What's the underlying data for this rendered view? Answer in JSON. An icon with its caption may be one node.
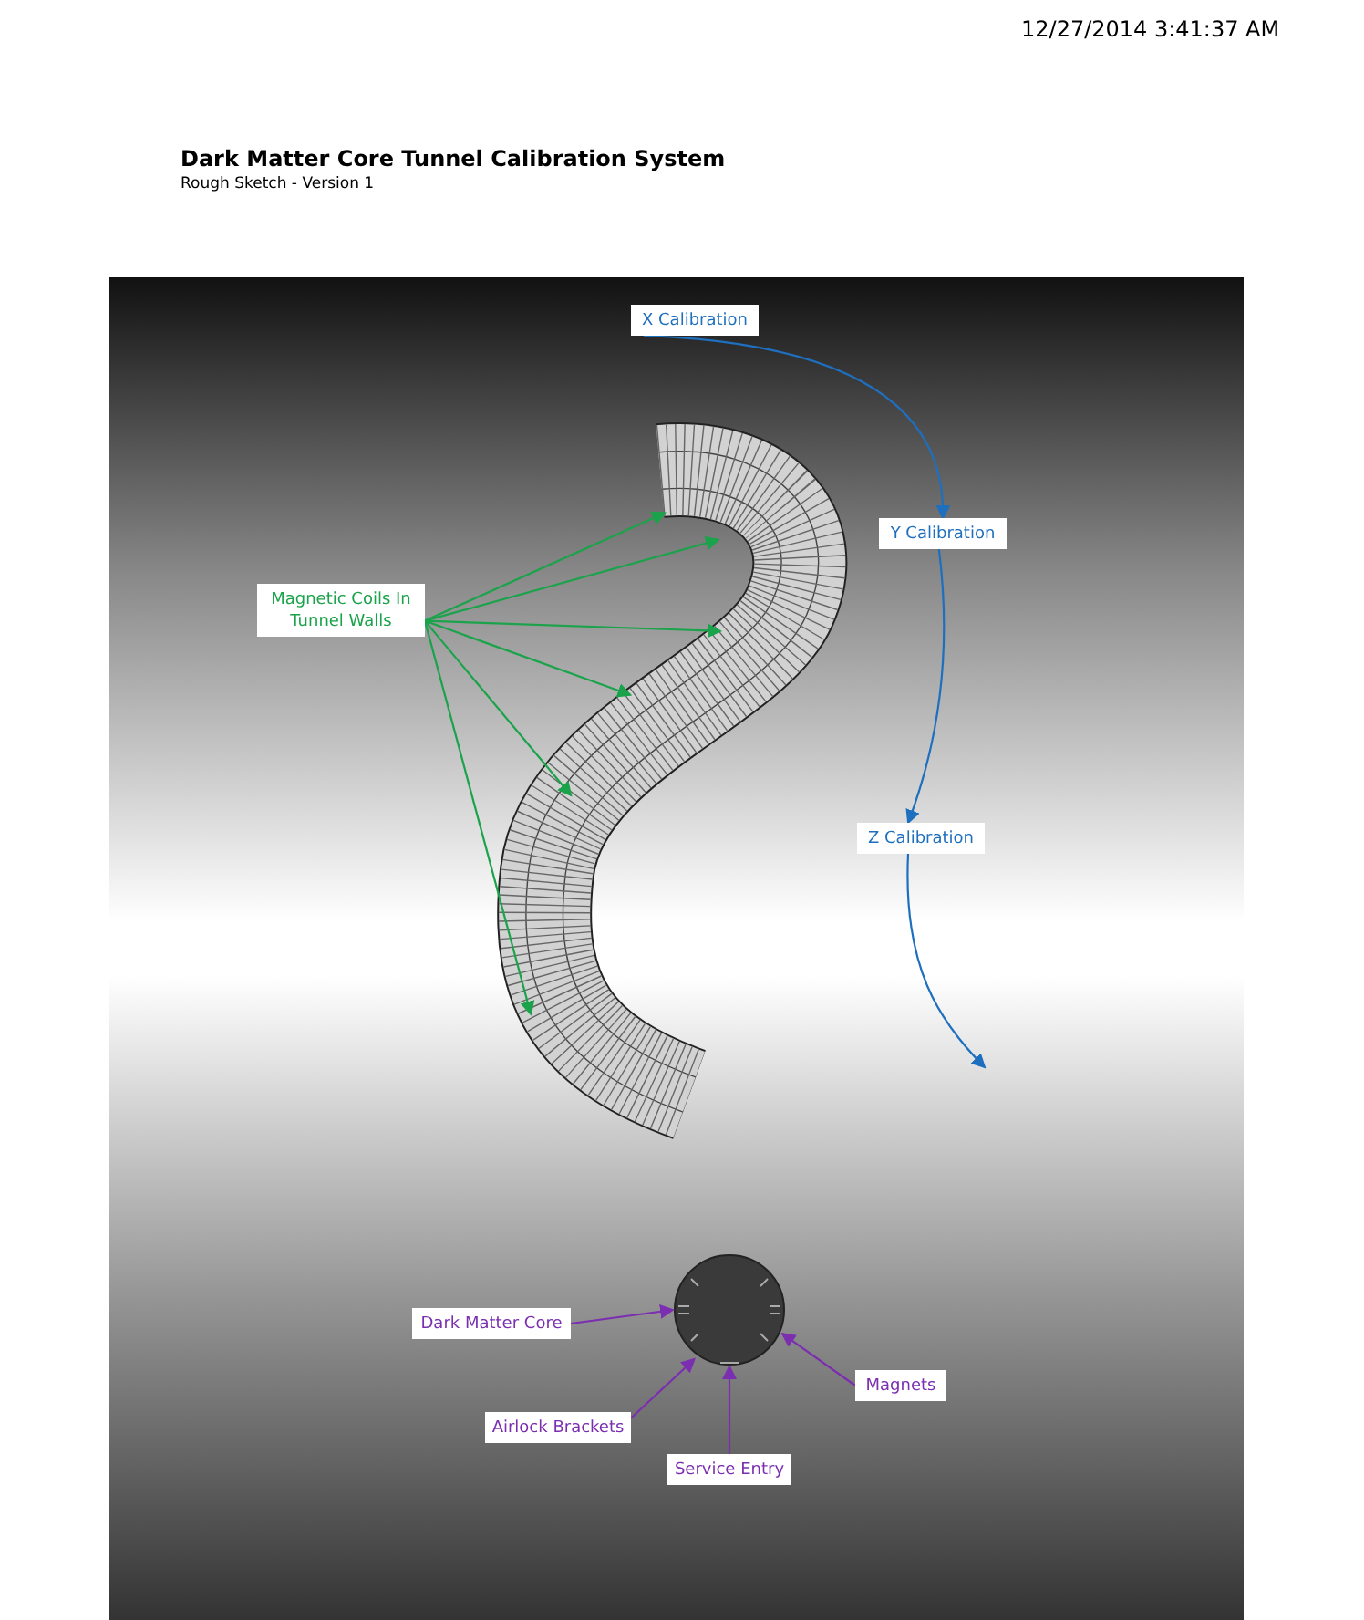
{
  "diagram": {
    "title": "Dark Matter Core Tunnel Calibration System",
    "nodes": [
      {
        "text": [
          "X Calibration"
        ]
      },
      {
        "text": [
          "Y Calibration"
        ]
      },
      {
        "text": [
          "Magnetic Coils In Tunnel Walls"
        ]
      },
      {
        "text": [],
        "shape": "picture"
      },
      {
        "text": [
          "Z Calibration"
        ]
      },
      {
        "text": [],
        "shape": "circle"
      },
      {
        "text": [
          "Dark Matter Core"
        ]
      },
      {
        "text": [
          "Magnets"
        ]
      },
      {
        "text": [
          "Airlock Brackets"
        ]
      },
      {
        "text": [
          "Service Entry"
        ]
      }
    ],
    "edges": [
      {
        "from": 0,
        "to": 1,
        "arrow": "to",
        "color": "#1f6fbf"
      },
      {
        "from": 1,
        "to": 4,
        "arrow": "to",
        "color": "#1f6fbf"
      },
      {
        "from": 4,
        "to": null,
        "arrow": "to",
        "color": "#1f6fbf"
      },
      {
        "from": 2,
        "to": 3,
        "arrow": "to"
      },
      {
        "from": 2,
        "to": 3,
        "arrow": "to"
      },
      {
        "from": 2,
        "to": 3,
        "arrow": "to"
      },
      {
        "from": 2,
        "to": 3,
        "arrow": "to"
      },
      {
        "from": 2,
        "to": 3,
        "arrow": "to"
      },
      {
        "from": 2,
        "to": 3,
        "arrow": "to"
      },
      {
        "from": 6,
        "to": 5,
        "arrow": "to",
        "color": "#7b2fb0"
      },
      {
        "from": 7,
        "to": 5,
        "arrow": "to",
        "color": "#7b2fb0"
      },
      {
        "from": 8,
        "to": 5,
        "arrow": "to",
        "color": "#7b2fb0"
      },
      {
        "from": 9,
        "to": 5,
        "arrow": "to",
        "color": "#7b2fb0"
      }
    ],
    "labels": [
      "12/27/2014 3:41:37 AM",
      "Rough Sketch - Version 1"
    ]
  }
}
